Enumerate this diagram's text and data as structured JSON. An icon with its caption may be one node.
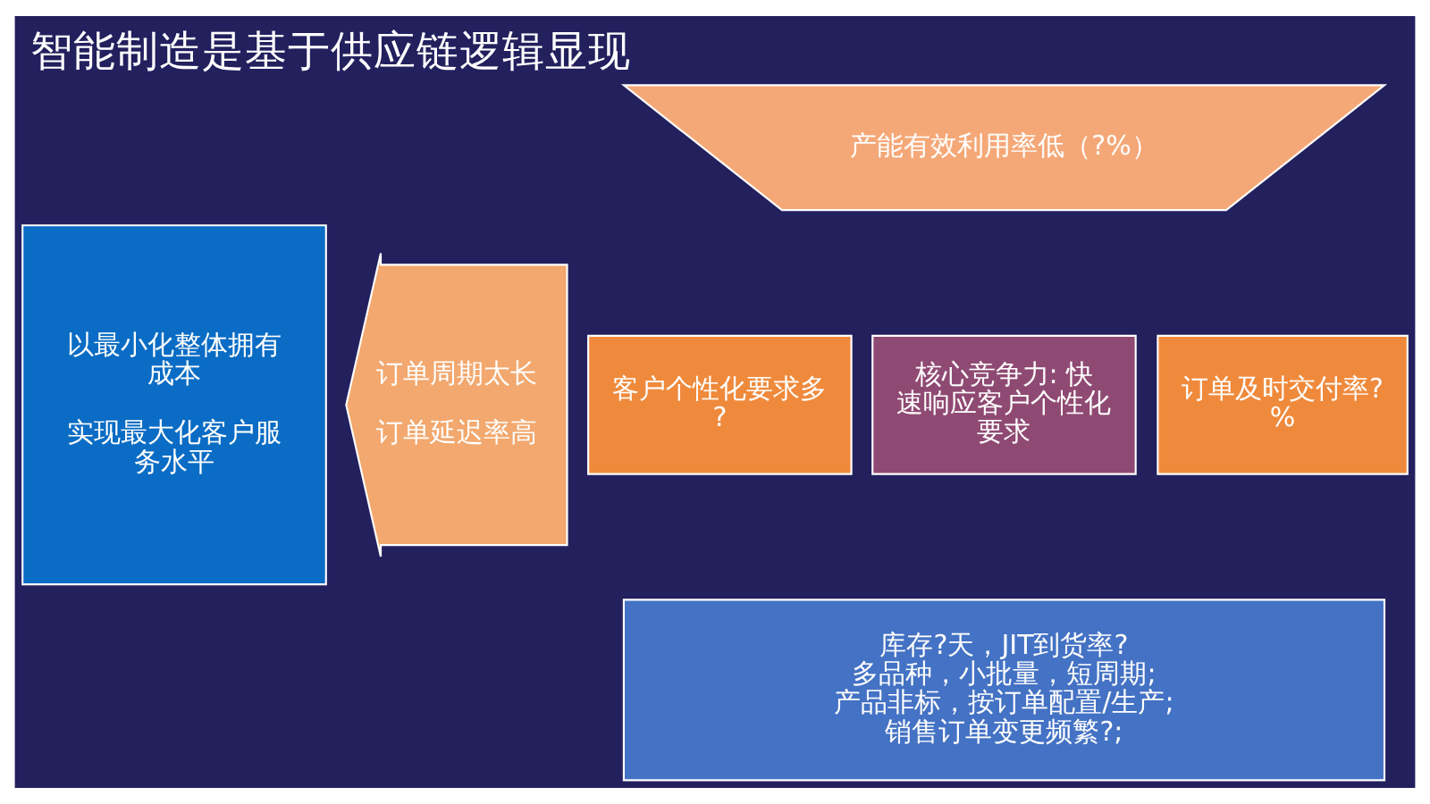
{
  "diagram": {
    "title": "智能制造是基于供应链逻辑显现",
    "nodes": [
      {
        "text": [
          "以最小化整体拥有成本",
          "实现最大化客户服务水平"
        ]
      },
      {
        "text": [
          "订单周期太长",
          "订单延迟率高"
        ]
      },
      {
        "text": [
          "产能有效利用率低（?%）"
        ]
      },
      {
        "text": [
          "客户个性化要求多?"
        ]
      },
      {
        "text": [
          "核心竞争力: 快速响应客户个性化要求"
        ]
      },
      {
        "text": [
          "订单及时交付率?%"
        ]
      },
      {
        "text": [
          "库存?天，JIT到货率?",
          "多品种，小批量，短周期;",
          "产品非标，按订单配置/生产;",
          "销售订单变更频繁?;"
        ]
      }
    ]
  }
}
